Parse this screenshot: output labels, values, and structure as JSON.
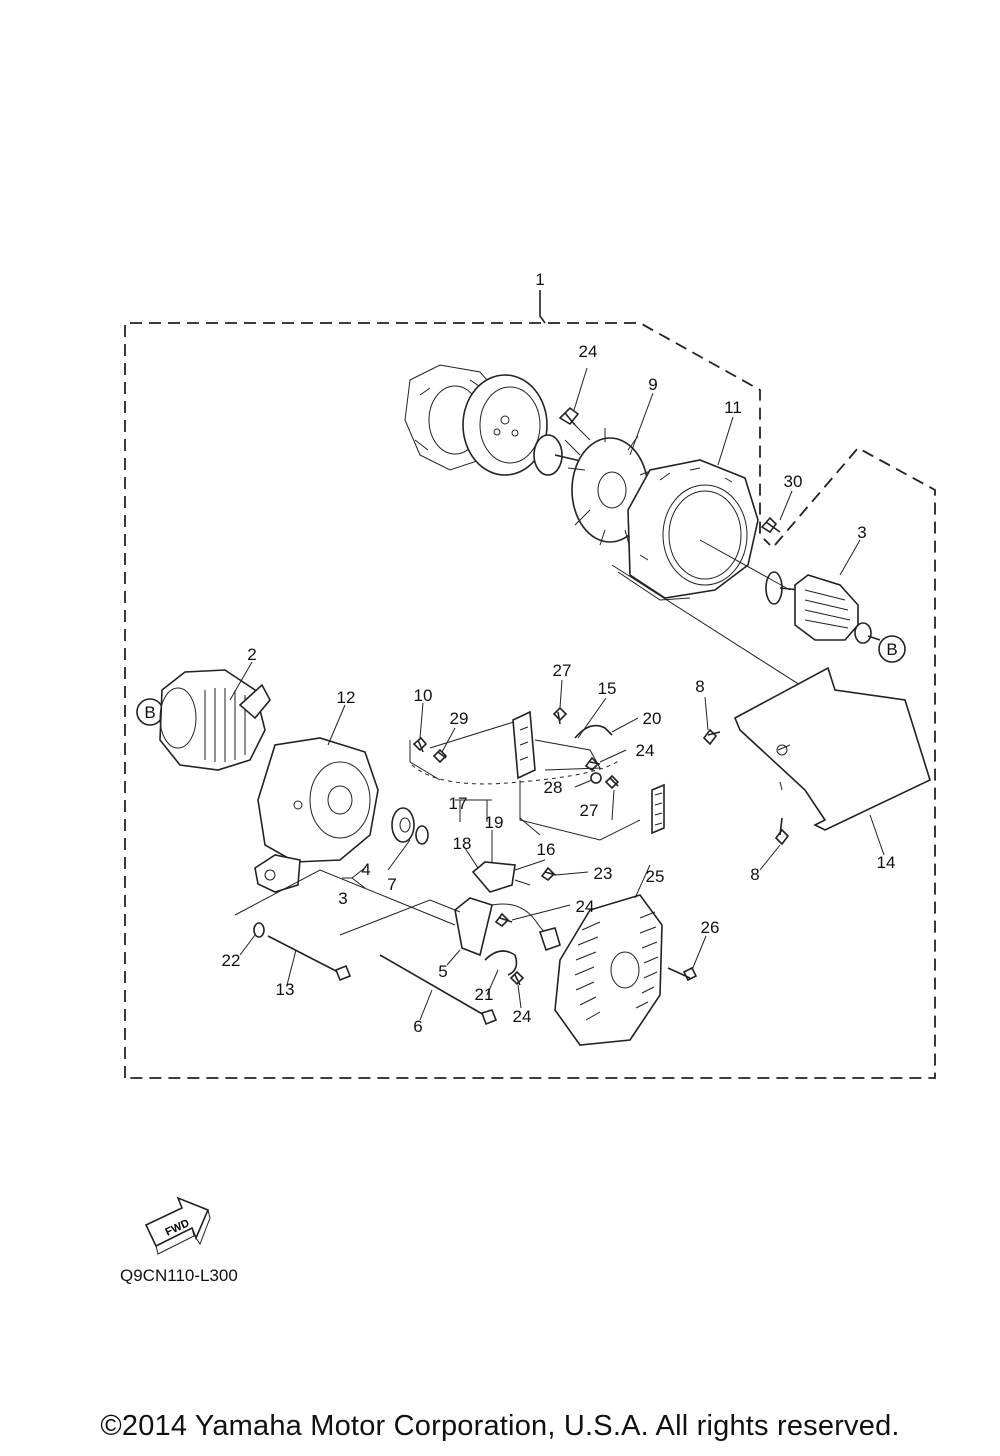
{
  "callouts": {
    "c1": "1",
    "c2": "2",
    "c3a": "3",
    "c3b": "3",
    "c4": "4",
    "c5": "5",
    "c6": "6",
    "c7": "7",
    "c8a": "8",
    "c8b": "8",
    "c9": "9",
    "c10": "10",
    "c11": "11",
    "c12": "12",
    "c13": "13",
    "c14": "14",
    "c15": "15",
    "c16": "16",
    "c17": "17",
    "c18": "18",
    "c19": "19",
    "c20": "20",
    "c21": "21",
    "c22": "22",
    "c23": "23",
    "c24a": "24",
    "c24b": "24",
    "c24c": "24",
    "c24d": "24",
    "c25": "25",
    "c26": "26",
    "c27a": "27",
    "c27b": "27",
    "c28": "28",
    "c29": "29",
    "c30": "30"
  },
  "reference_markers": {
    "b1": "B",
    "b2": "B"
  },
  "fwd_label": "FWD",
  "diagram_code": "Q9CN110-L300",
  "copyright": "©2014 Yamaha Motor Corporation, U.S.A. All rights reserved."
}
